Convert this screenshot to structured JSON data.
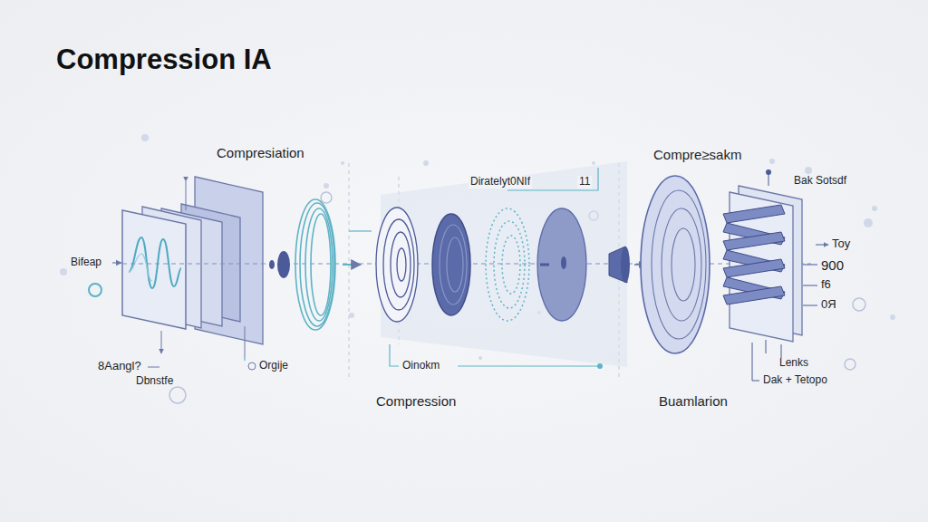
{
  "diagram": {
    "title": "Compression IA",
    "labels": [
      "Compresiation",
      "Diratelyt0NIf",
      "11",
      "Compre≥sakm",
      "Bak Sotsdf",
      "Bifeap",
      "Toy",
      "900",
      "f6",
      "0Я",
      "8Aangl?",
      "Dbnstfe",
      "Orgije",
      "Oinokm",
      "Lenks",
      "Dak + Tetopo",
      "Compression",
      "Buamlarion"
    ]
  }
}
